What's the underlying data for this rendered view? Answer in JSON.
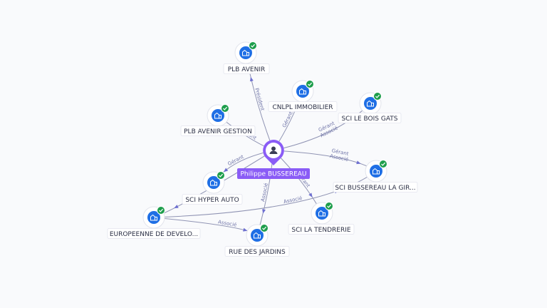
{
  "colors": {
    "company_icon": "#1f6fe5",
    "check_badge": "#1e9e4c",
    "person_pin": "#8a5cf6",
    "edge": "#8f93b3",
    "edge_label": "#6f74a8"
  },
  "person": {
    "name": "Philippe BUSSEREAU",
    "icon": "person-icon"
  },
  "companies": [
    {
      "name": "PLB AVENIR",
      "icon": "company-building-icon",
      "badge": "check-icon"
    },
    {
      "name": "CNLPL IMMOBILIER",
      "icon": "company-building-icon",
      "badge": "check-icon"
    },
    {
      "name": "SCI LE BOIS GATS",
      "icon": "company-building-icon",
      "badge": "check-icon"
    },
    {
      "name": "PLB AVENIR GESTION",
      "icon": "company-building-icon",
      "badge": "check-icon"
    },
    {
      "name": "SCI BUSSEREAU LA GIR...",
      "icon": "company-building-icon",
      "badge": "check-icon"
    },
    {
      "name": "SCI HYPER AUTO",
      "icon": "company-building-icon",
      "badge": "check-icon"
    },
    {
      "name": "SCI LA TENDRERIE",
      "icon": "company-building-icon",
      "badge": "check-icon"
    },
    {
      "name": "EUROPEENNE DE DEVELO...",
      "icon": "company-building-icon",
      "badge": "check-icon"
    },
    {
      "name": "RUE DES JARDINS",
      "icon": "company-building-icon",
      "badge": "check-icon"
    }
  ],
  "edges": [
    {
      "from": "person",
      "to": 0,
      "label": "Président"
    },
    {
      "from": "person",
      "to": 1,
      "label": "Gérant"
    },
    {
      "from": "person",
      "to": 2,
      "label": "Gérant\nAssocié"
    },
    {
      "from": "person",
      "to": 3,
      "label": "Gérant"
    },
    {
      "from": "person",
      "to": 4,
      "label": "Gérant\nAssocié"
    },
    {
      "from": "person",
      "to": 5,
      "label": "Gérant"
    },
    {
      "from": "person",
      "to": 6,
      "label": "Gérant"
    },
    {
      "from": "person",
      "to": 7,
      "label": ""
    },
    {
      "from": "person",
      "to": 8,
      "label": "Associé"
    },
    {
      "from": 7,
      "to": 4,
      "label": "Associé"
    },
    {
      "from": 7,
      "to": 8,
      "label": "Associé"
    }
  ]
}
